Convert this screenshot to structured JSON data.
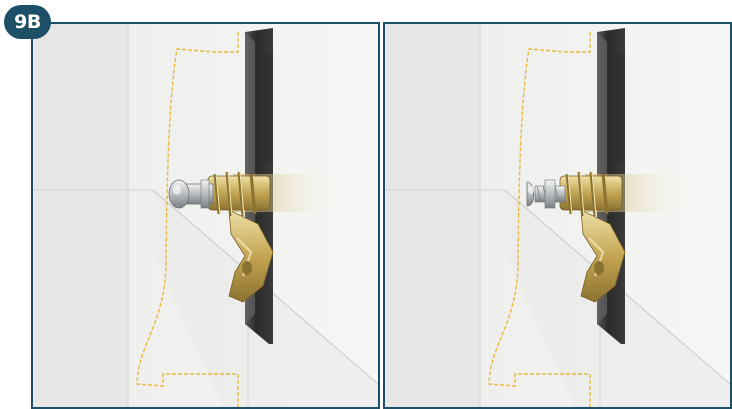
{
  "step_label": "9B",
  "colors": {
    "frame": "#1d4f67",
    "badge_text": "#ffffff",
    "outline_dashed": "#e8b93a",
    "wall_light": "#f3f3f1",
    "wall_shadow": "#e1e2e0",
    "cutout_dark": "#2a2a2a",
    "brass": "#c9ad5a",
    "steel": "#bfc3c6"
  },
  "panels": [
    {
      "name": "panel-left",
      "state": "screw-head-flush"
    },
    {
      "name": "panel-right",
      "state": "screw-head-extended"
    }
  ]
}
